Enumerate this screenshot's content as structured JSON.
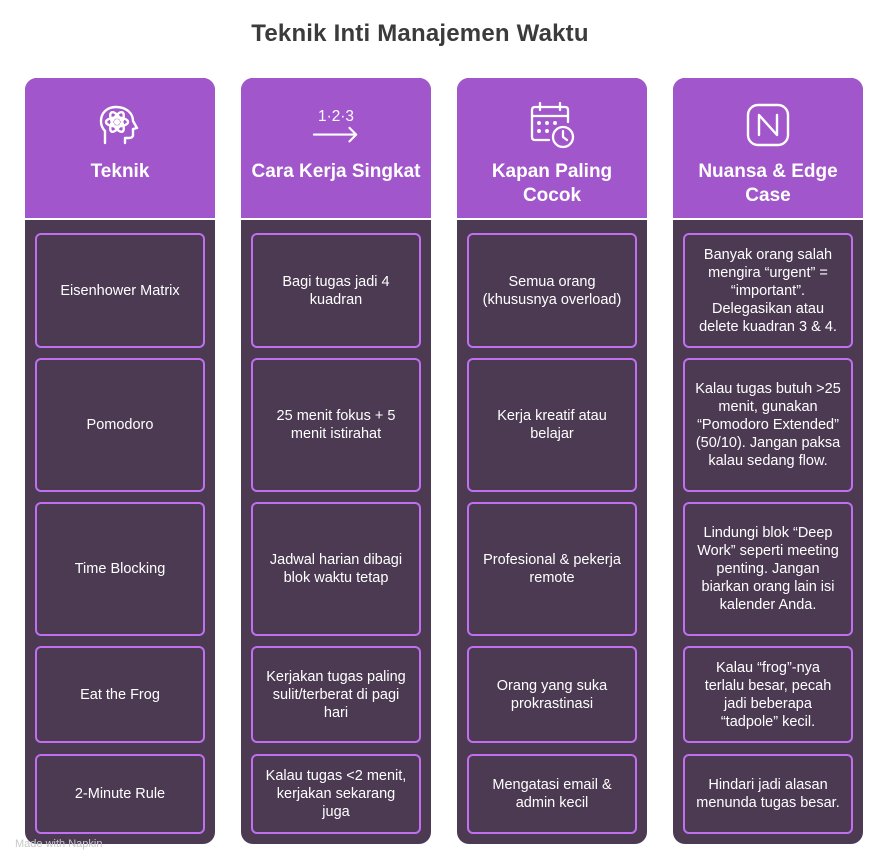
{
  "title": "Teknik Inti Manajemen Waktu",
  "watermark": "Made with Napkin",
  "icon_names": [
    "brain-atom-icon",
    "steps-123-arrow-icon",
    "calendar-clock-icon",
    "n-logo-icon"
  ],
  "colors": {
    "header": "#a256cc",
    "body": "#4b3a52",
    "cell_border": "#c16ef0"
  },
  "columns": [
    {
      "title": "Teknik",
      "cells": [
        "Eisenhower Matrix",
        "Pomodoro",
        "Time Blocking",
        "Eat the Frog",
        "2-Minute Rule"
      ]
    },
    {
      "title": "Cara Kerja Singkat",
      "icon_text": "1·2·3",
      "cells": [
        "Bagi tugas jadi 4 kuadran",
        "25 menit fokus + 5 menit istirahat",
        "Jadwal harian dibagi blok waktu tetap",
        "Kerjakan tugas paling sulit/terberat di pagi hari",
        "Kalau tugas <2 menit, kerjakan sekarang juga"
      ]
    },
    {
      "title": "Kapan Paling Cocok",
      "cells": [
        "Semua orang (khususnya overload)",
        "Kerja kreatif atau belajar",
        "Profesional & pekerja remote",
        "Orang yang suka prokrastinasi",
        "Mengatasi email & admin kecil"
      ]
    },
    {
      "title": "Nuansa & Edge Case",
      "cells": [
        "Banyak orang salah mengira “urgent” = “important”. Delegasikan atau delete kuadran 3 & 4.",
        "Kalau tugas butuh >25 menit, gunakan “Pomodoro Extended” (50/10). Jangan paksa kalau sedang flow.",
        "Lindungi blok “Deep Work” seperti meeting penting. Jangan biarkan orang lain isi kalender Anda.",
        "Kalau “frog”-nya terlalu besar, pecah jadi beberapa “tadpole” kecil.",
        "Hindari jadi alasan menunda tugas besar."
      ]
    }
  ]
}
